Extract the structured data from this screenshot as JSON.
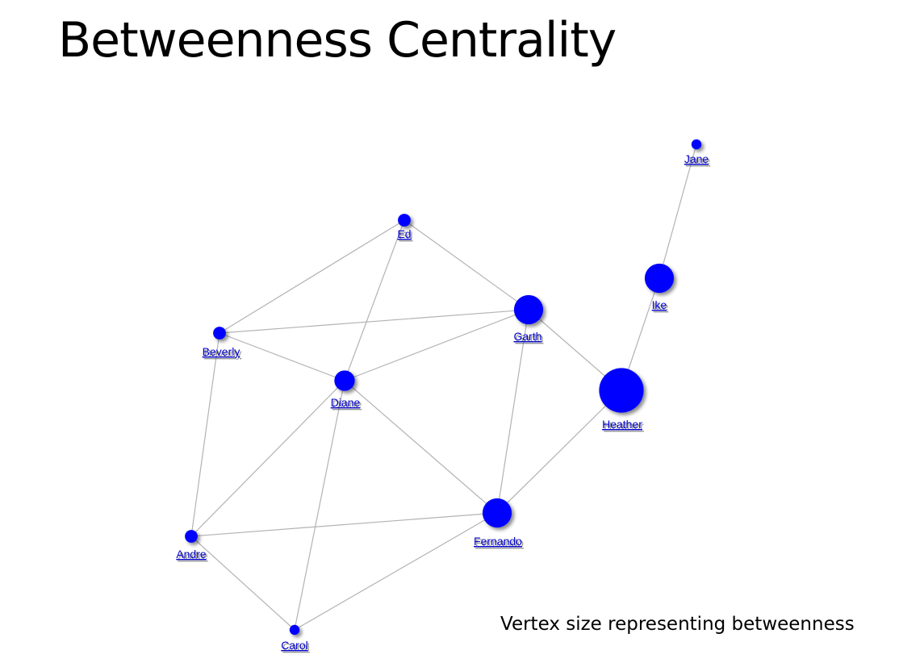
{
  "slide": {
    "title": "Betweenness Centrality",
    "caption": "Vertex size representing betweenness"
  },
  "colors": {
    "vertex": "#0000ff",
    "edge": "#b3b3b3",
    "label": "#0000cc",
    "shadow": "#555555"
  },
  "network": {
    "vertices": [
      {
        "id": "ed",
        "label": "Ed",
        "betweenness": 1
      },
      {
        "id": "beverly",
        "label": "Beverly",
        "betweenness": 1
      },
      {
        "id": "garth",
        "label": "Garth",
        "betweenness": 4
      },
      {
        "id": "diane",
        "label": "Diane",
        "betweenness": 2.4
      },
      {
        "id": "heather",
        "label": "Heather",
        "betweenness": 6.8
      },
      {
        "id": "ike",
        "label": "Ike",
        "betweenness": 4
      },
      {
        "id": "jane",
        "label": "Jane",
        "betweenness": 0.5
      },
      {
        "id": "fernando",
        "label": "Fernando",
        "betweenness": 4
      },
      {
        "id": "andre",
        "label": "Andre",
        "betweenness": 1
      },
      {
        "id": "carol",
        "label": "Carol",
        "betweenness": 0.5
      }
    ],
    "edges": [
      [
        "ed",
        "beverly"
      ],
      [
        "ed",
        "diane"
      ],
      [
        "ed",
        "garth"
      ],
      [
        "beverly",
        "garth"
      ],
      [
        "beverly",
        "diane"
      ],
      [
        "beverly",
        "andre"
      ],
      [
        "diane",
        "garth"
      ],
      [
        "diane",
        "fernando"
      ],
      [
        "diane",
        "andre"
      ],
      [
        "diane",
        "carol"
      ],
      [
        "garth",
        "heather"
      ],
      [
        "garth",
        "fernando"
      ],
      [
        "heather",
        "fernando"
      ],
      [
        "heather",
        "ike"
      ],
      [
        "ike",
        "jane"
      ],
      [
        "andre",
        "fernando"
      ],
      [
        "andre",
        "carol"
      ],
      [
        "carol",
        "fernando"
      ]
    ]
  }
}
